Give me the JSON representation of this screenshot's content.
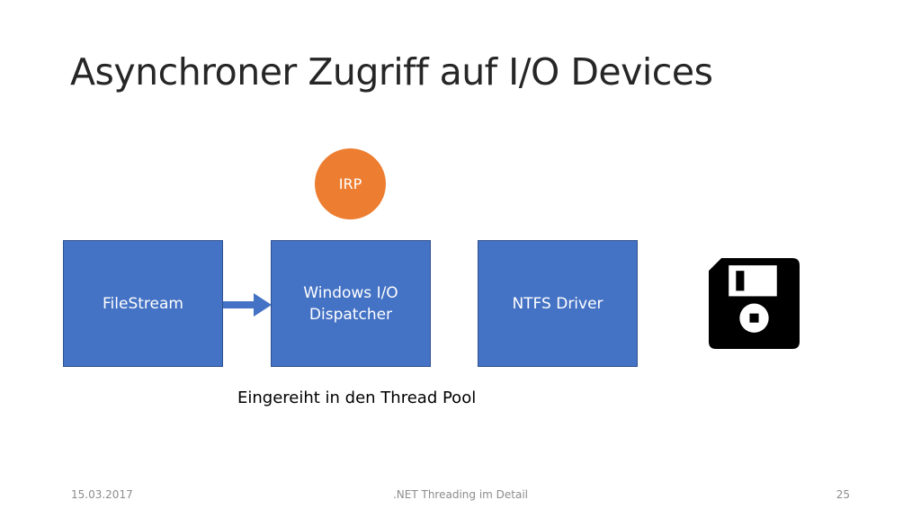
{
  "slide": {
    "title": "Asynchroner Zugriff auf I/O Devices",
    "boxes": {
      "filestream": "FileStream",
      "dispatcher": "Windows I/O\nDispatcher",
      "ntfs": "NTFS Driver"
    },
    "irp_label": "IRP",
    "caption": "Eingereiht in den Thread Pool",
    "icon": "floppy-disk-icon"
  },
  "footer": {
    "date": "15.03.2017",
    "title": ".NET Threading im Detail",
    "page": "25"
  },
  "colors": {
    "box_fill": "#4472c4",
    "box_border": "#2f528f",
    "irp_fill": "#ed7d31",
    "arrow": "#4472c4",
    "icon": "#000000"
  }
}
